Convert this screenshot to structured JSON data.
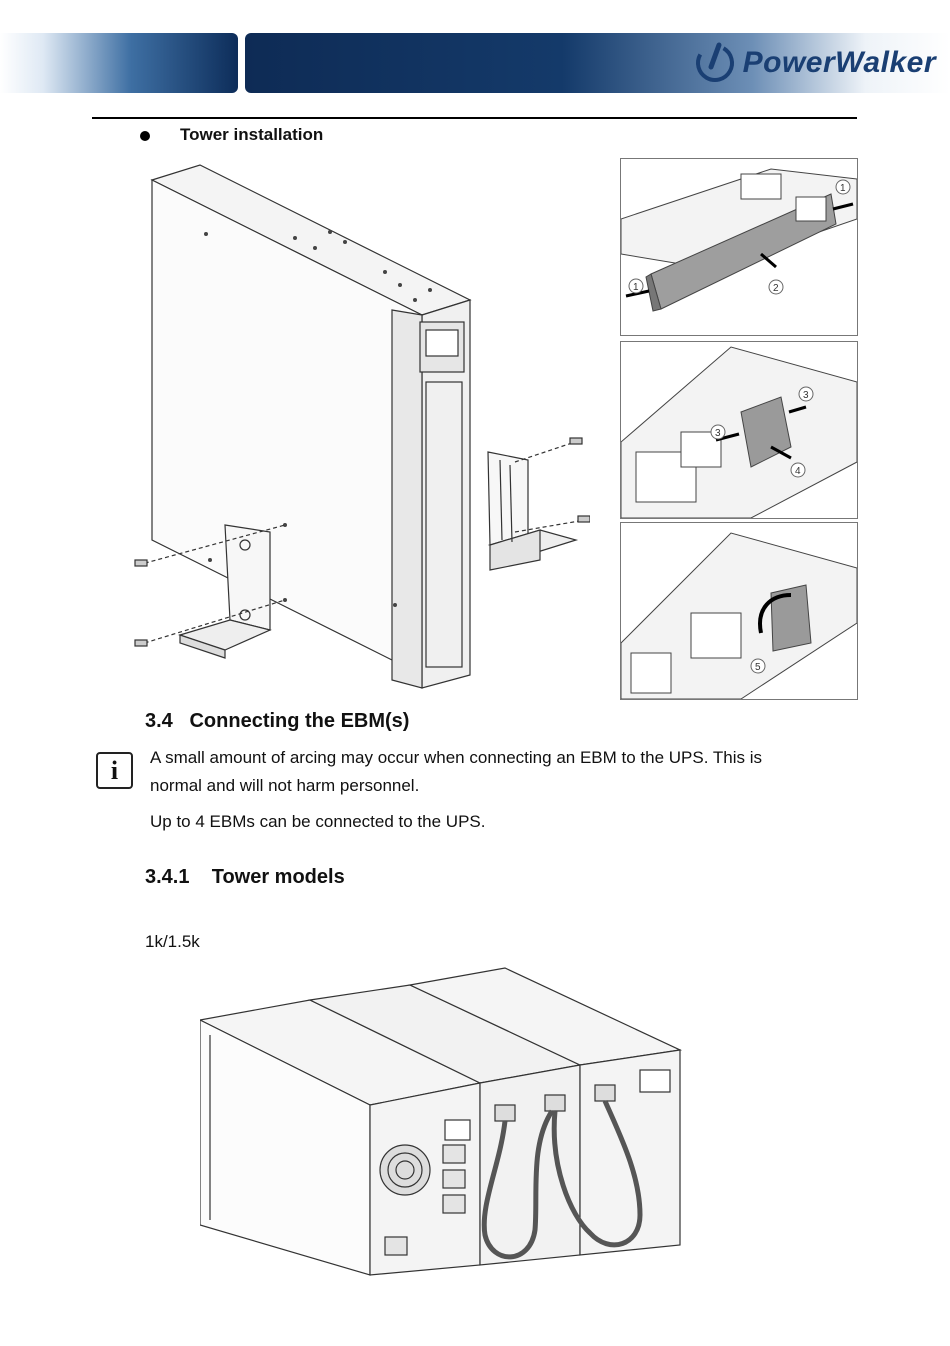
{
  "header": {
    "logo_text": "PowerWalker",
    "logo_icon": "power-symbol-icon"
  },
  "tower_installation": {
    "bullet_label": "Tower installation",
    "callouts": [
      "1",
      "2",
      "1",
      "3",
      "3",
      "4",
      "5"
    ]
  },
  "section_34": {
    "heading": "3.4   Connecting the EBM(s)",
    "info_icon": "info-icon",
    "info_text_line1": "A small amount of arcing may occur when connecting an EBM to the UPS. This is",
    "info_text_line2": "normal and will not harm personnel.",
    "ebm_note": "Up to 4 EBMs can be connected to the UPS."
  },
  "section_341": {
    "heading": "3.4.1    Tower models",
    "model_label": "1k/1.5k"
  },
  "colors": {
    "header_dark": "#0e2b55",
    "logo": "#1a3f73",
    "text": "#111111"
  }
}
